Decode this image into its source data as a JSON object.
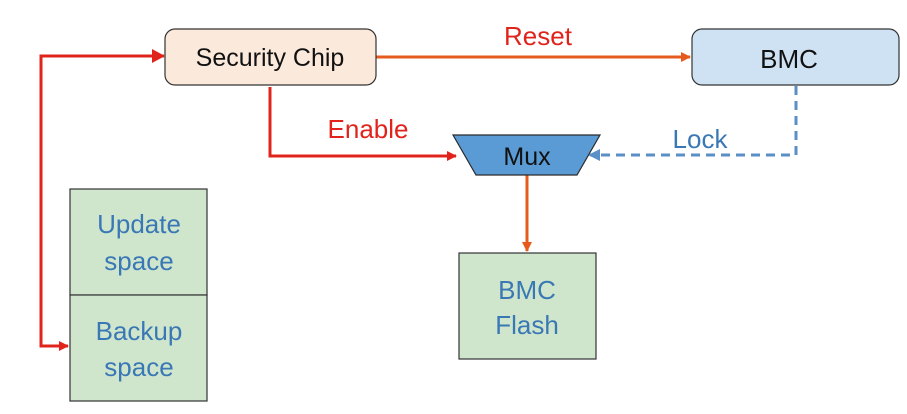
{
  "nodes": {
    "security_chip": "Security Chip",
    "bmc": "BMC",
    "mux": "Mux",
    "bmc_flash": [
      "BMC",
      "Flash"
    ],
    "update_space": [
      "Update",
      "space"
    ],
    "backup_space": [
      "Backup",
      "space"
    ]
  },
  "edges": {
    "reset": "Reset",
    "enable": "Enable",
    "lock": "Lock"
  },
  "colors": {
    "red_arrow": "#e0241b",
    "orange_arrow": "#e65a1e",
    "blue_dashed": "#5b8fc7",
    "green_fill": "#cfe6cd",
    "blue_fill": "#cfe2f3",
    "mux_fill": "#5b9bd5",
    "chip_fill": "#fbe9dc"
  }
}
